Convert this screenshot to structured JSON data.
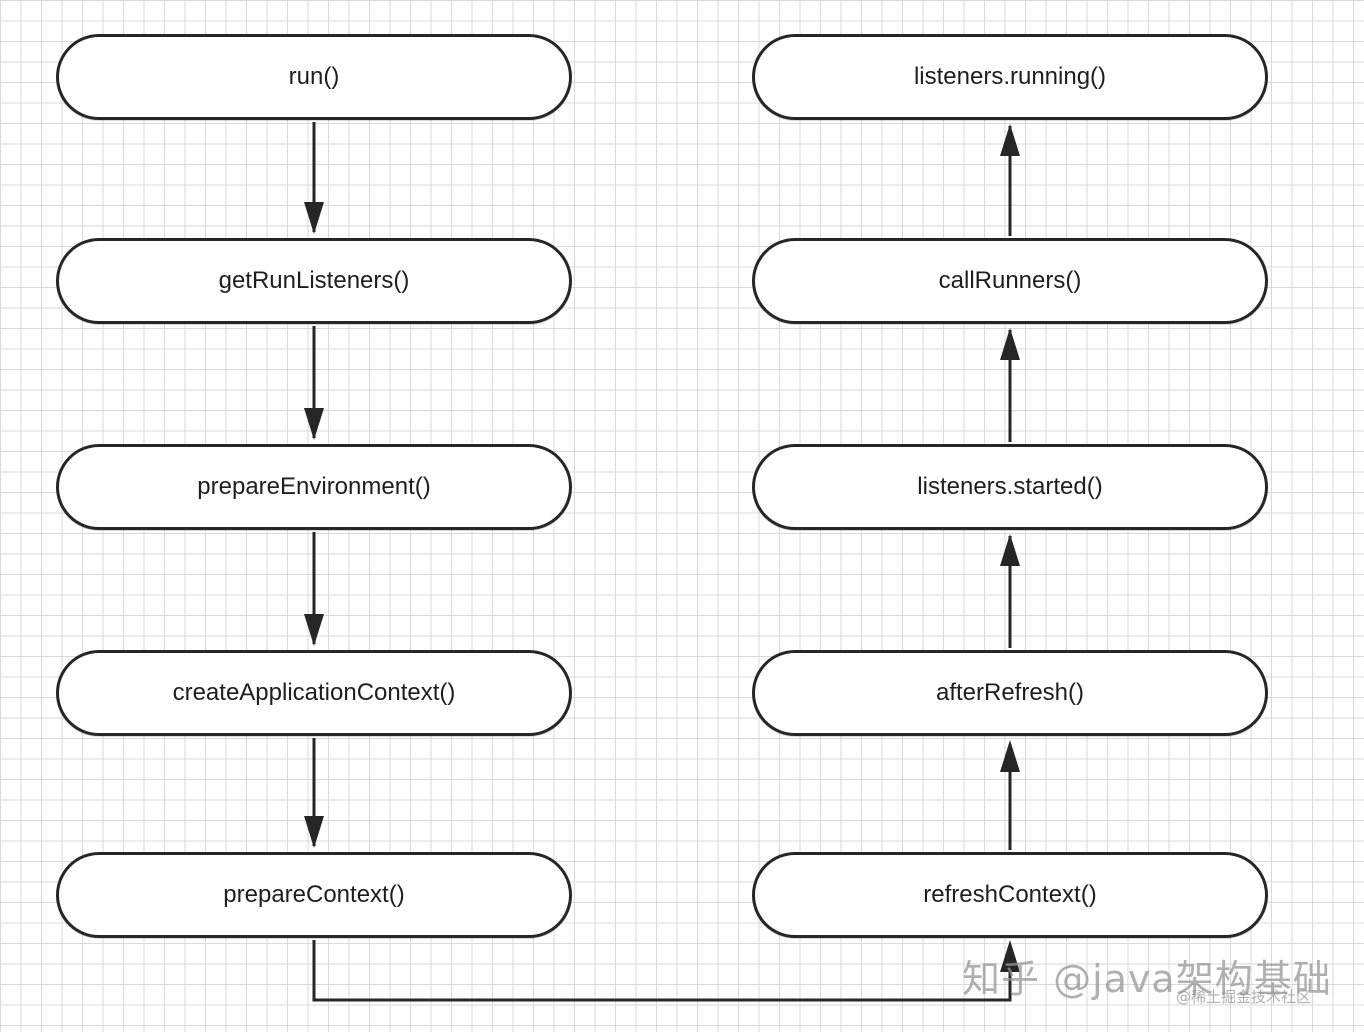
{
  "nodes": {
    "run": "run()",
    "get_run_listeners": "getRunListeners()",
    "prepare_environment": "prepareEnvironment()",
    "create_application_context": "createApplicationContext()",
    "prepare_context": "prepareContext()",
    "refresh_context": "refreshContext()",
    "after_refresh": "afterRefresh()",
    "listeners_started": "listeners.started()",
    "call_runners": "callRunners()",
    "listeners_running": "listeners.running()"
  },
  "edges": [
    {
      "from": "run",
      "to": "get_run_listeners"
    },
    {
      "from": "get_run_listeners",
      "to": "prepare_environment"
    },
    {
      "from": "prepare_environment",
      "to": "create_application_context"
    },
    {
      "from": "create_application_context",
      "to": "prepare_context"
    },
    {
      "from": "prepare_context",
      "to": "refresh_context"
    },
    {
      "from": "refresh_context",
      "to": "after_refresh"
    },
    {
      "from": "after_refresh",
      "to": "listeners_started"
    },
    {
      "from": "listeners_started",
      "to": "call_runners"
    },
    {
      "from": "call_runners",
      "to": "listeners_running"
    }
  ],
  "watermark": {
    "main": "知乎 @java架构基础",
    "sub": "@稀土掘金技术社区"
  },
  "colors": {
    "background": "#ffffff",
    "grid": "#d9d9d9",
    "stroke": "#262626",
    "text": "#1e1e1e"
  }
}
